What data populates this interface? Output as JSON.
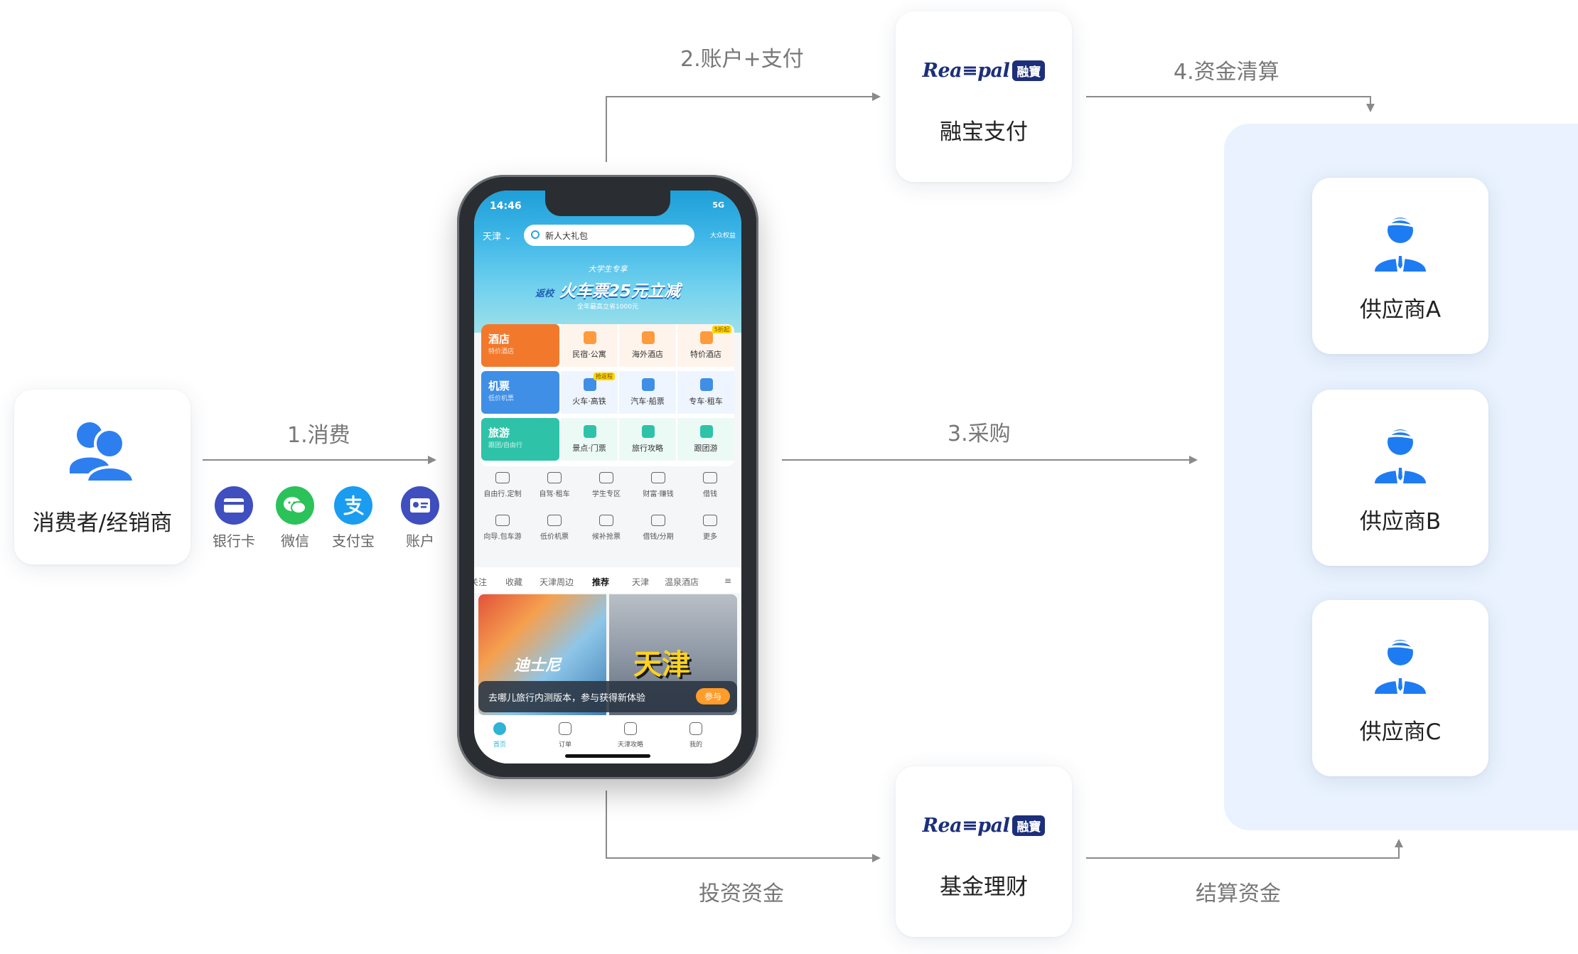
{
  "nodes": {
    "consumer": "消费者/经销商",
    "reapal_pay": "融宝支付",
    "fund": "基金理财",
    "supplier_a": "供应商A",
    "supplier_b": "供应商B",
    "supplier_c": "供应商C"
  },
  "logo": {
    "text": "Rea≡pal",
    "badge": "融寶"
  },
  "flows": {
    "consume": "1.消费",
    "account_pay": "2.账户+支付",
    "purchase": "3.采购",
    "settlement": "4.资金清算",
    "invest": "投资资金",
    "settle_funds": "结算资金"
  },
  "payment_methods": [
    {
      "label": "银行卡",
      "icon": "bank-card-icon",
      "color": "#3f4fbf"
    },
    {
      "label": "微信",
      "icon": "wechat-icon",
      "color": "#2bc25a"
    },
    {
      "label": "支付宝",
      "icon": "alipay-icon",
      "color": "#1a9cf0"
    },
    {
      "label": "账户",
      "icon": "account-card-icon",
      "color": "#3f4fbf"
    }
  ],
  "colors": {
    "arrow": "#8a8a8a",
    "supplier_icon": "#1d7cf2",
    "panel": "#e9f2fe"
  },
  "phone": {
    "time": "14:46",
    "signal": "5G",
    "city": "天津",
    "search_placeholder": "新人大礼包",
    "msg": "大众权益",
    "banner_sub": "大学生专享",
    "banner_pre": "返校",
    "banner_title": "火车票25元立减",
    "banner_small": "全年最高立省1000元",
    "rows": [
      {
        "main": "酒店",
        "sub": "特价酒店",
        "color": "#f2792b",
        "cells": [
          "民宿·公寓",
          "海外酒店",
          "特价酒店"
        ],
        "tag": "5折起",
        "tag_index": 2
      },
      {
        "main": "机票",
        "sub": "低价机票",
        "color": "#3f8fe6",
        "cells": [
          "火车·高铁",
          "汽车·船票",
          "专车·租车"
        ],
        "tag": "抢返程",
        "tag_index": 0
      },
      {
        "main": "旅游",
        "sub": "跟团/自由行",
        "color": "#2ec3a8",
        "cells": [
          "景点·门票",
          "旅行攻略",
          "跟团游"
        ],
        "tag": "",
        "tag_index": -1
      }
    ],
    "small_row1": [
      "自由行.定制",
      "自驾·租车",
      "学生专区",
      "财富·赚钱",
      "借钱"
    ],
    "small_row2": [
      "向导.包车游",
      "低价机票",
      "候补抢票",
      "借钱/分期",
      "更多"
    ],
    "tabs": [
      "关注",
      "收藏",
      "天津周边",
      "推荐",
      "天津",
      "温泉酒店"
    ],
    "active_tab": "推荐",
    "feed_big": "天津",
    "feed_cap": "迪士尼",
    "notice": "去哪儿旅行内测版本，参与获得新体验",
    "notice_btn": "参与",
    "tabbar": [
      "首页",
      "订单",
      "天津攻略",
      "我的"
    ]
  }
}
